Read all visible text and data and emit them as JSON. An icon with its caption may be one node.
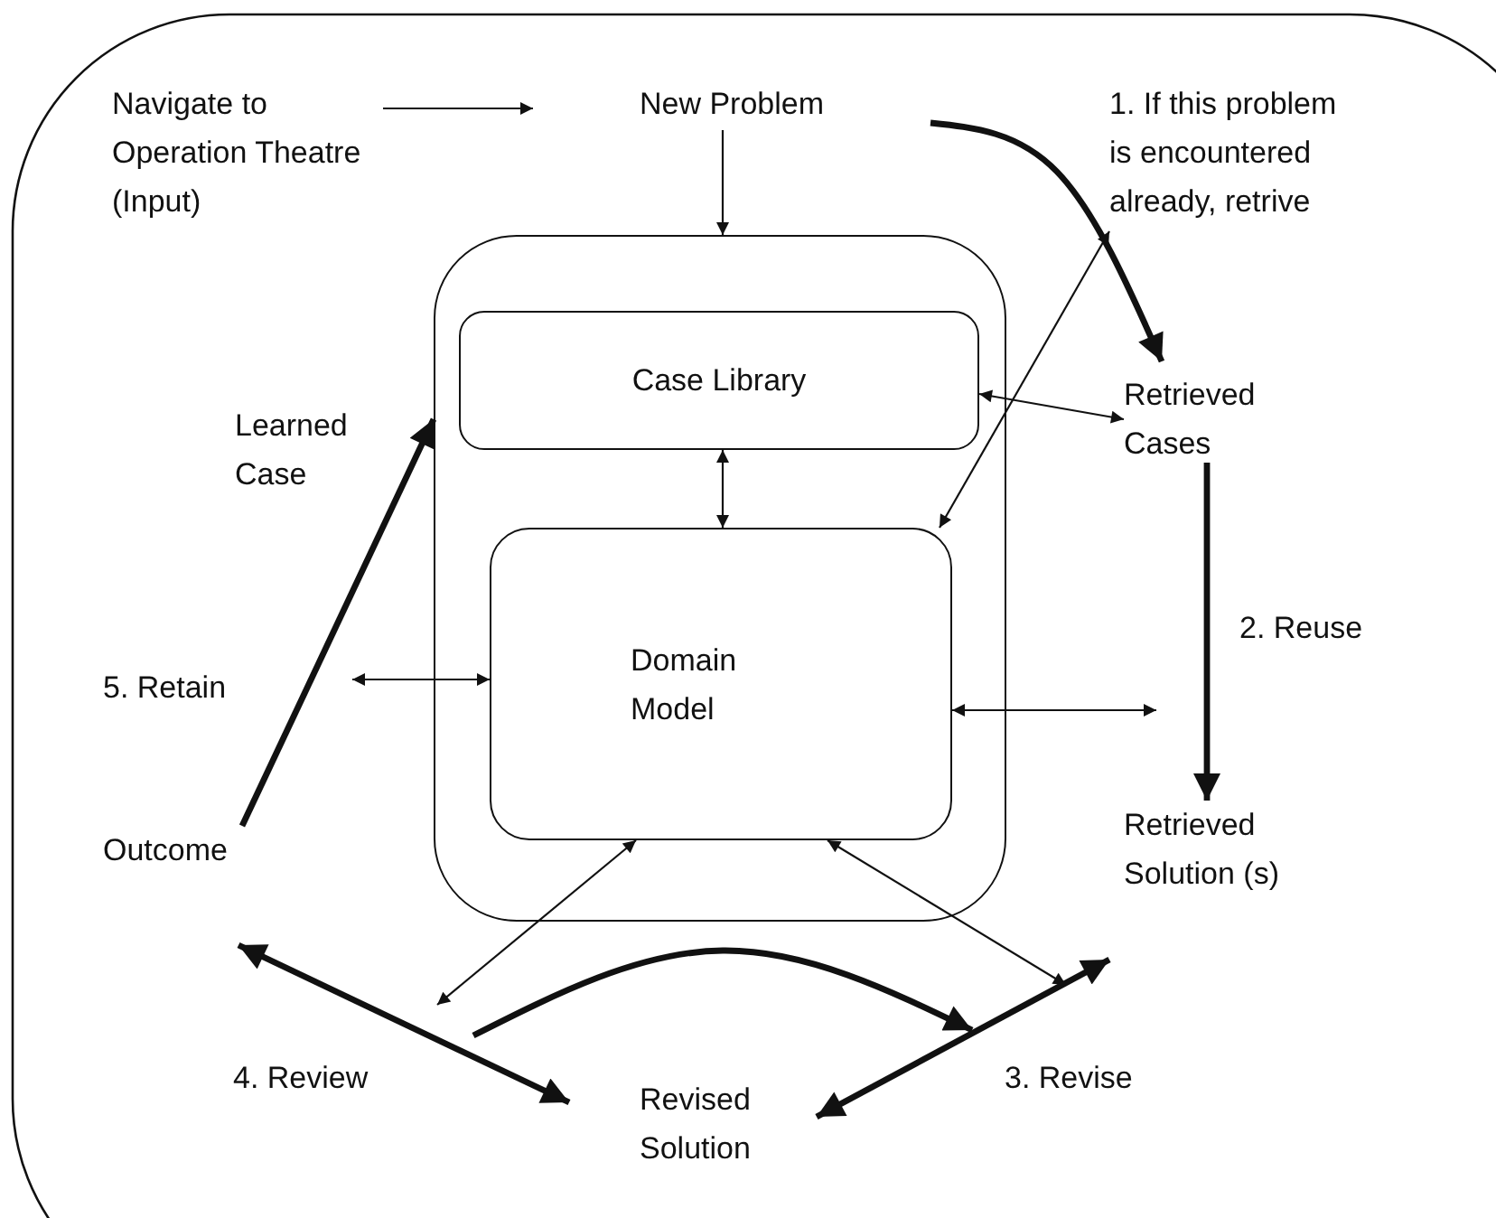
{
  "diagram": {
    "nodes": [
      {
        "text": [
          "Navigate to Operation Theatre (Input)"
        ]
      },
      {
        "text": [
          "New Problem"
        ]
      },
      {
        "text": [
          "1. If this problem is encountered already, retrive"
        ]
      },
      {
        "text": [],
        "shape": "box"
      },
      {
        "text": [
          "Case Library"
        ],
        "in": 3
      },
      {
        "text": [
          "Retrieved Cases"
        ]
      },
      {
        "text": [
          "Domain Model"
        ],
        "in": 3
      },
      {
        "text": [
          "5. Retain"
        ]
      },
      {
        "text": [
          "2. Reuse"
        ]
      },
      {
        "text": [
          "Outcome"
        ]
      },
      {
        "text": [
          "Retrieved Solution (s)"
        ]
      },
      {
        "text": [
          "4. Review"
        ]
      },
      {
        "text": [
          "Revised Solution"
        ]
      },
      {
        "text": [
          "3. Revise"
        ]
      }
    ],
    "edges": [
      {
        "from": 0,
        "to": 1,
        "arrow": "to"
      },
      {
        "from": 1,
        "to": 3,
        "arrow": "to"
      },
      {
        "from": 1,
        "to": 5,
        "arrow": "to",
        "style": "thick"
      },
      {
        "from": 6,
        "to": 2,
        "arrow": "both"
      },
      {
        "from": 4,
        "to": 5,
        "arrow": "both"
      },
      {
        "from": 4,
        "to": 6,
        "arrow": "both"
      },
      {
        "from": 9,
        "to": 3,
        "arrow": "to",
        "style": "thick",
        "label": "Learned Case"
      },
      {
        "from": 7,
        "to": 6,
        "arrow": "both"
      },
      {
        "from": 6,
        "to": null,
        "arrow": "both"
      },
      {
        "from": 5,
        "to": 10,
        "arrow": "to",
        "style": "thick"
      },
      {
        "from": 6,
        "to": 11,
        "arrow": "both"
      },
      {
        "from": 6,
        "to": 13,
        "arrow": "both"
      },
      {
        "from": 9,
        "to": 12,
        "arrow": "both",
        "style": "thick"
      },
      {
        "from": 11,
        "to": 13,
        "arrow": "to",
        "style": "thick"
      },
      {
        "from": 12,
        "to": 10,
        "arrow": "both",
        "style": "thick"
      }
    ]
  }
}
